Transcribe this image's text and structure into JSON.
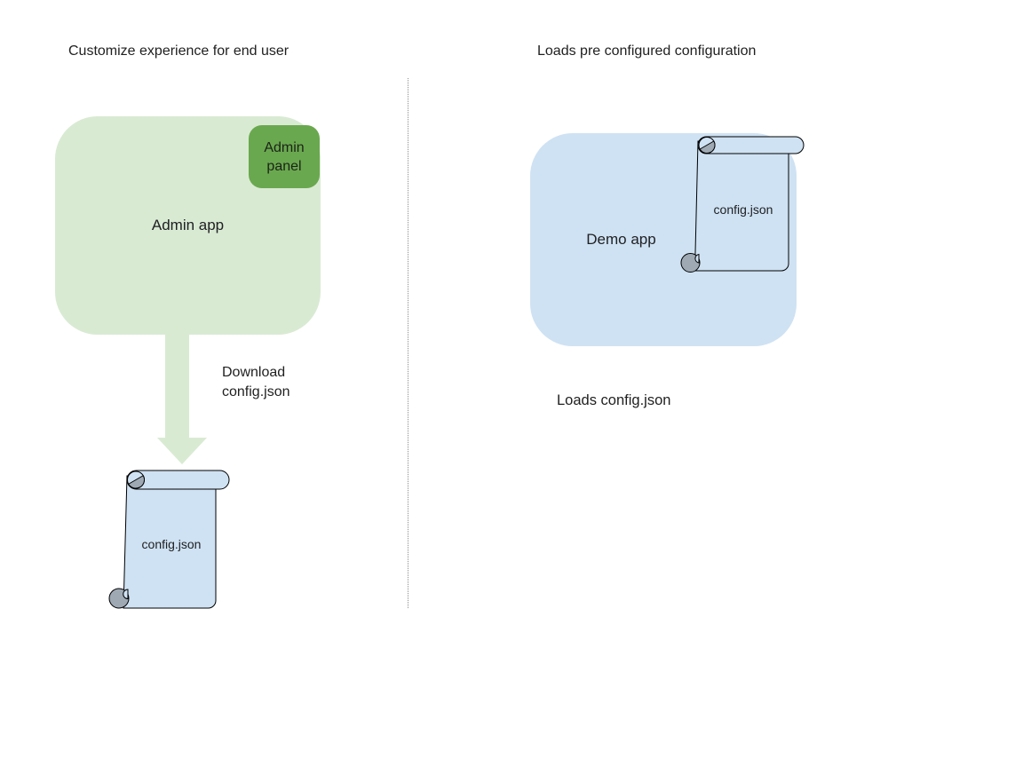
{
  "colors": {
    "light_green": "#d9ead3",
    "green": "#6aa84f",
    "light_blue": "#cfe2f3",
    "curl_gray": "#9ea9b4",
    "divider_gray": "#8f8f8f",
    "outline": "#000000",
    "text": "#1f1f1f"
  },
  "left": {
    "title": "Customize experience for end user",
    "admin_app_label": "Admin app",
    "admin_panel_label": "Admin panel",
    "arrow_label": "Download config.json",
    "scroll_label": "config.json"
  },
  "right": {
    "title": "Loads pre configured configuration",
    "demo_app_label": "Demo app",
    "scroll_label": "config.json",
    "caption": "Loads config.json"
  }
}
